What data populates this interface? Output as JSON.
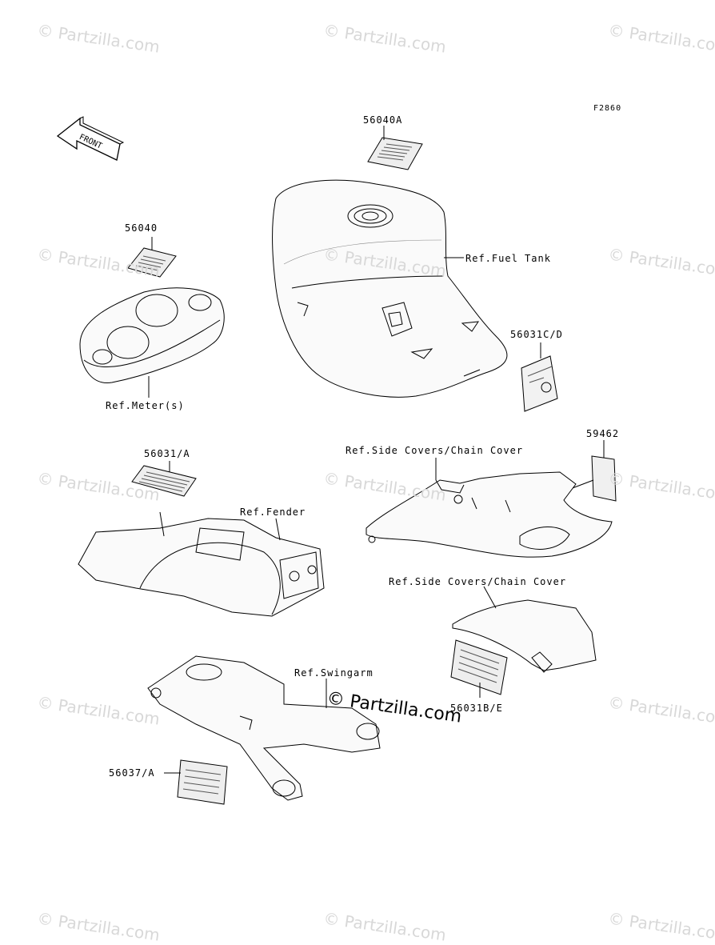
{
  "diagram_code": "F2860",
  "front_arrow": "FRONT",
  "watermark": "© Partzilla.com",
  "center_watermark": "© Partzilla.com",
  "labels": {
    "p56040A": "56040A",
    "p56040": "56040",
    "ref_fuel_tank": "Ref.Fuel Tank",
    "p56031CD": "56031C/D",
    "ref_meter": "Ref.Meter(s)",
    "p56031A": "56031/A",
    "ref_fender": "Ref.Fender",
    "ref_side_covers_1": "Ref.Side Covers/Chain Cover",
    "p59462": "59462",
    "ref_side_covers_2": "Ref.Side Covers/Chain Cover",
    "ref_swingarm": "Ref.Swingarm",
    "p56031BE": "56031B/E",
    "p56037A": "56037/A"
  }
}
